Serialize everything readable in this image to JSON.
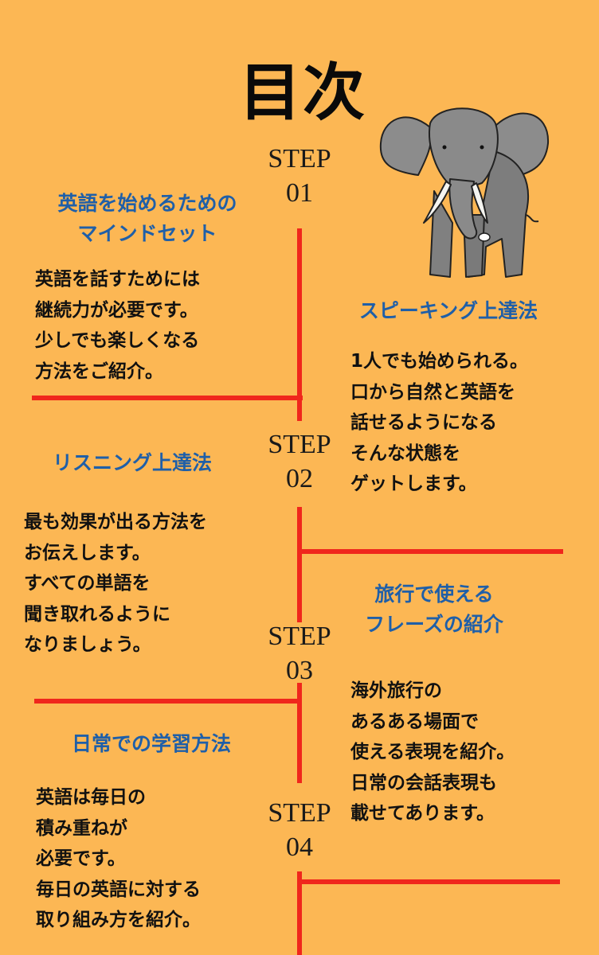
{
  "title": "目次",
  "colors": {
    "background": "#FCB754",
    "heading": "#1f5fa8",
    "line": "#F0261C",
    "text": "#111111"
  },
  "elephant_icon": "elephant-illustration",
  "steps": [
    {
      "label": "STEP",
      "number": "01"
    },
    {
      "label": "STEP",
      "number": "02"
    },
    {
      "label": "STEP",
      "number": "03"
    },
    {
      "label": "STEP",
      "number": "04"
    }
  ],
  "sections": [
    {
      "heading": "英語を始めるための\nマインドセット",
      "body": "英語を話すためには\n継続力が必要です。\n少しでも楽しくなる\n方法をご紹介。"
    },
    {
      "heading": "スピーキング上達法",
      "body": "1人でも始められる。\n口から自然と英語を\n話せるようになる\nそんな状態を\nゲットします。"
    },
    {
      "heading": "リスニング上達法",
      "body": "最も効果が出る方法を\nお伝えします。\nすべての単語を\n聞き取れるように\nなりましょう。"
    },
    {
      "heading": "旅行で使える\nフレーズの紹介",
      "body": "海外旅行の\nあるある場面で\n使える表現を紹介。\n日常の会話表現も\n載せてあります。"
    },
    {
      "heading": "日常での学習方法",
      "body": "英語は毎日の\n積み重ねが\n必要です。\n毎日の英語に対する\n取り組み方を紹介。"
    }
  ]
}
